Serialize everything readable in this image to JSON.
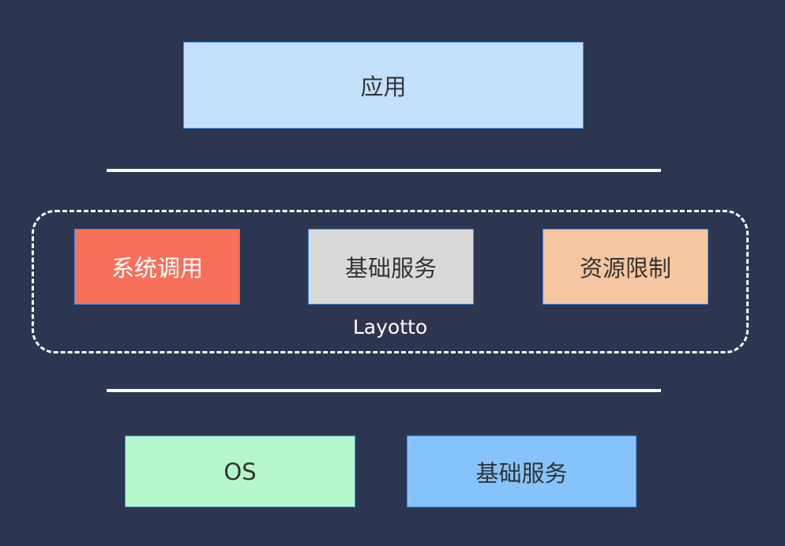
{
  "diagram": {
    "app_layer": {
      "label": "应用"
    },
    "layotto": {
      "label": "Layotto",
      "modules": [
        {
          "label": "系统调用"
        },
        {
          "label": "基础服务"
        },
        {
          "label": "资源限制"
        }
      ]
    },
    "infrastructure": [
      {
        "label": "OS"
      },
      {
        "label": "基础服务"
      }
    ]
  },
  "colors": {
    "background": "#2d3650",
    "app_box": "#c3e1fd",
    "syscall_box": "#f7705a",
    "basic_service_box": "#d9d9d9",
    "resource_limit_box": "#f6c5a1",
    "os_box": "#b4f8ca",
    "infra_service_box": "#87c3fb"
  }
}
